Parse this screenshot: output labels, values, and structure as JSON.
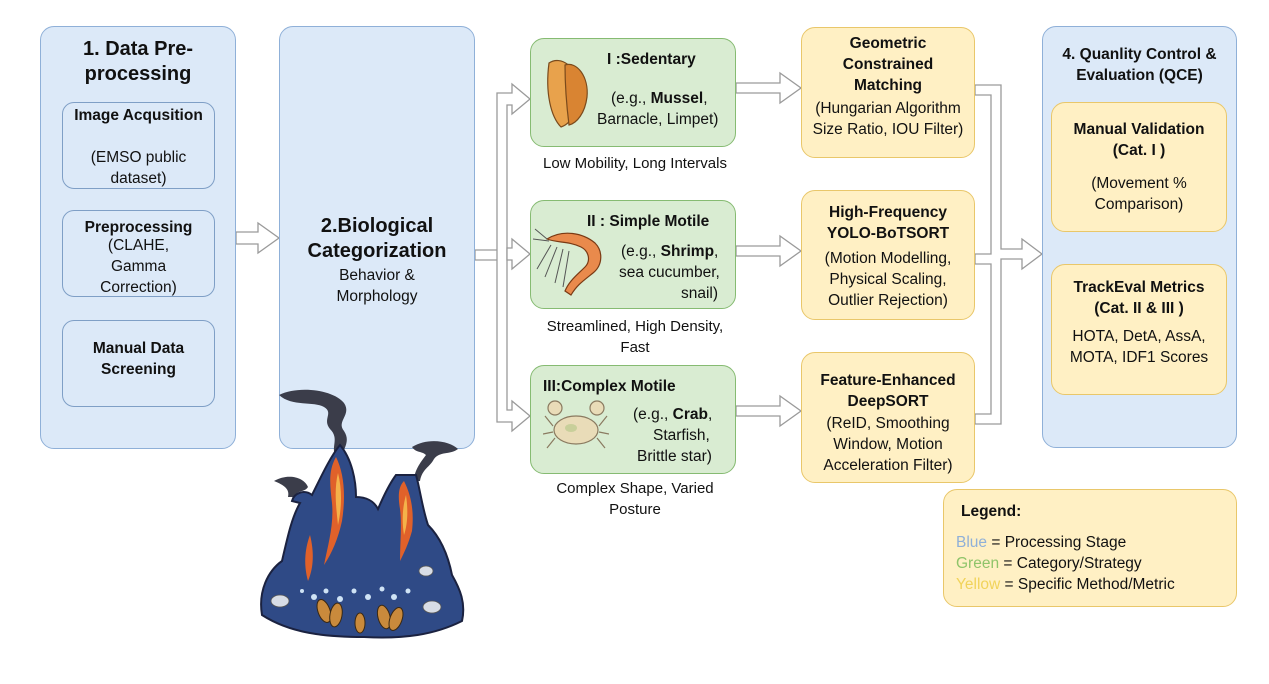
{
  "stage1": {
    "title": "1. Data Pre-processing",
    "image": {
      "title": "Image Acqusition",
      "detail": "(EMSO public dataset)"
    },
    "pre": {
      "title": "Preprocessing",
      "detail": "(CLAHE, Gamma Correction)"
    },
    "screen": {
      "title": "Manual Data Screening"
    }
  },
  "stage2": {
    "title": "2.Biological Categorization",
    "subtitle": "Behavior & Morphology"
  },
  "cat1": {
    "title": "I :Sedentary",
    "eg_prefix": "(e.g., ",
    "eg_bold": "Mussel",
    "eg_rest": ",",
    "line2": "Barnacle, Limpet)",
    "caption": "Low Mobility, Long Intervals"
  },
  "cat2": {
    "title": "II : Simple Motile",
    "eg_prefix": "(e.g., ",
    "eg_bold": "Shrimp",
    "eg_rest": ",",
    "line2": "sea cucumber,",
    "line3": "snail)",
    "caption": "Streamlined, High Density, Fast"
  },
  "cat3": {
    "title": "III:Complex Motile",
    "eg_prefix": "(e.g., ",
    "eg_bold": "Crab",
    "eg_rest": ",",
    "line2": "Starfish,",
    "line3": "Brittle star)",
    "caption": "Complex Shape, Varied Posture"
  },
  "method1": {
    "title": "Geometric Constrained Matching",
    "detail": "(Hungarian Algorithm Size Ratio, IOU Filter)"
  },
  "method2": {
    "title": "High-Frequency YOLO-BoTSORT",
    "detail": "(Motion Modelling, Physical Scaling, Outlier Rejection)"
  },
  "method3": {
    "title": "Feature-Enhanced DeepSORT",
    "detail": "(ReID, Smoothing Window, Motion Acceleration Filter)"
  },
  "stage4": {
    "title": "4. Quanlity Control & Evaluation (QCE)",
    "manual": {
      "title": "Manual Validation (Cat. I )",
      "detail": "(Movement % Comparison)"
    },
    "trackeval": {
      "title": "TrackEval Metrics (Cat. II & III )",
      "detail": "HOTA, DetA, AssA, MOTA, IDF1 Scores"
    }
  },
  "legend": {
    "title": "Legend:",
    "blue_word": "Blue",
    "blue_desc": " = Processing Stage",
    "green_word": "Green",
    "green_desc": " = Category/Strategy",
    "yellow_word": "Yellow",
    "yellow_desc": " = Specific Method/Metric"
  },
  "colors": {
    "blue": "#8fb0d8",
    "green": "#8fc46a",
    "yellow": "#f1d35a"
  }
}
